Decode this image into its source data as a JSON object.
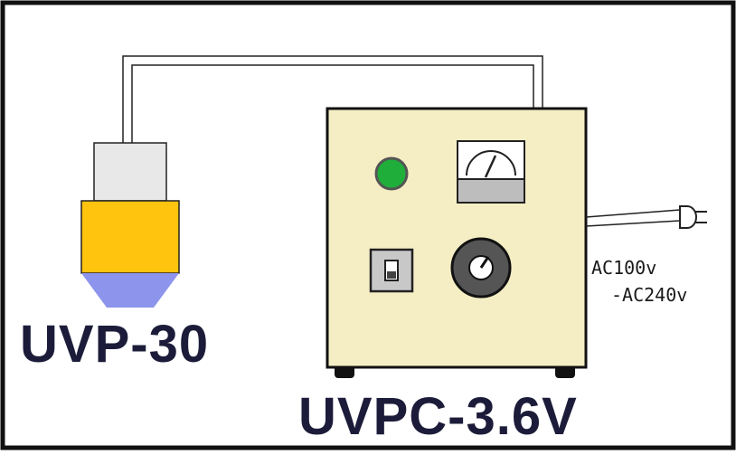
{
  "lamp": {
    "model": "UVP-30",
    "colors": {
      "cap": "#e8e8e8",
      "body": "#ffc40e",
      "lens": "#8c94ec"
    }
  },
  "controller": {
    "model": "UVPC-3.6V",
    "colors": {
      "housing": "#f5eec4",
      "indicator": "#1fae3a",
      "meter_face": "#ffffff",
      "knob": "#555555"
    }
  },
  "power": {
    "voltage_line1": "AC100v",
    "voltage_line2": "-AC240v"
  },
  "frame_color": "#111111"
}
